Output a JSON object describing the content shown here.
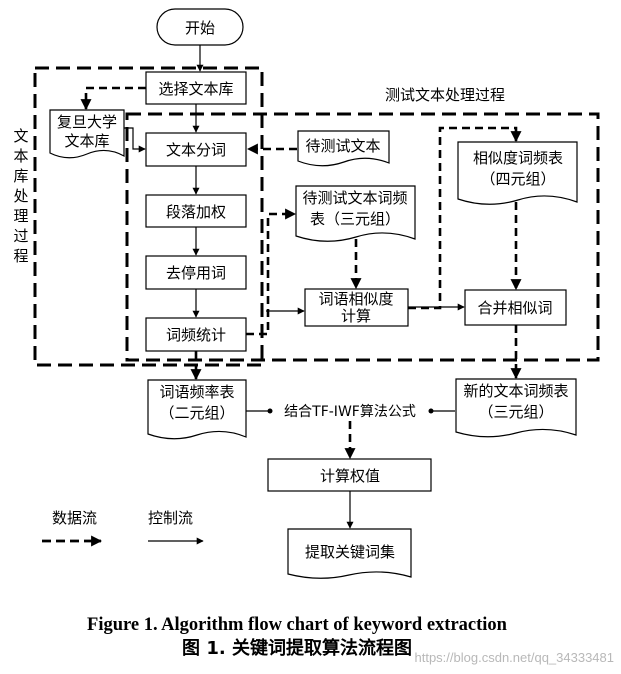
{
  "nodes": {
    "start": "开始",
    "select_corpus": "选择文本库",
    "fudan_line1": "复旦大学",
    "fudan_line2": "文本库",
    "segmentation": "文本分词",
    "paragraph_weight": "段落加权",
    "stopwords": "去停用词",
    "word_freq": "词频统计",
    "test_text": "待测试文本",
    "test_freq_line1": "待测试文本词频",
    "test_freq_line2": "表（三元组）",
    "similarity_line1": "词语相似度",
    "similarity_line2": "计算",
    "sim_table_line1": "相似度词频表",
    "sim_table_line2": "（四元组）",
    "merge": "合并相似词",
    "freq_table_line1": "词语频率表",
    "freq_table_line2": "（二元组）",
    "new_table_line1": "新的文本词频表",
    "new_table_line2": "（三元组）",
    "tfiwf": "结合TF-IWF算法公式",
    "calc_weight": "计算权值",
    "extract": "提取关键词集"
  },
  "regions": {
    "corpus_process": [
      "文",
      "本",
      "库",
      "处",
      "理",
      "过",
      "程"
    ],
    "test_process": "测试文本处理过程"
  },
  "legend": {
    "data_flow": "数据流",
    "control_flow": "控制流"
  },
  "caption": {
    "english": "Figure 1. Algorithm flow chart of keyword extraction",
    "chinese": "图 1.  关键词提取算法流程图"
  },
  "watermark": "https://blog.csdn.net/qq_34333481"
}
